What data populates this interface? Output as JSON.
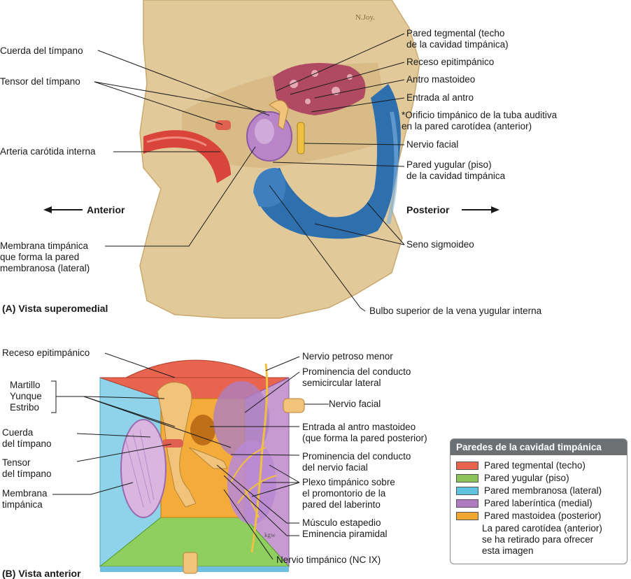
{
  "panel_a": {
    "signature": "N.Joy.",
    "caption": "(A) Vista superomedial",
    "direction_anterior": "Anterior",
    "direction_posterior": "Posterior",
    "labels": {
      "cuerda": "Cuerda del tímpano",
      "tensor": "Tensor del tímpano",
      "arteria": "Arteria carótida interna",
      "membrana": "Membrana timpánica\nque forma la pared\nmembranosa (lateral)",
      "pared_tegmental": "Pared tegmental (techo\nde la cavidad timpánica)",
      "receso": "Receso epitimpánico",
      "antro": "Antro mastoideo",
      "entrada": "Entrada al antro",
      "orificio": "*Orificio timpánico de la tuba auditiva\nen la pared carotídea (anterior)",
      "nervio_facial": "Nervio facial",
      "pared_yugular": "Pared yugular (piso)\nde la cavidad timpánica",
      "seno": "Seno sigmoideo",
      "bulbo": "Bulbo superior de la vena yugular interna"
    }
  },
  "panel_b": {
    "caption": "(B) Vista anterior",
    "labels": {
      "receso": "Receso epitimpánico",
      "ossicles": "Martillo\nYunque\nEstribo",
      "cuerda": "Cuerda\ndel tímpano",
      "tensor": "Tensor\ndel tímpano",
      "membrana": "Membrana\ntimpánica",
      "petroso": "Nervio petroso menor",
      "prominencia_lateral": "Prominencia del conducto\nsemicircular lateral",
      "facial": "Nervio facial",
      "entrada": "Entrada al antro mastoideo\n(que forma la pared posterior)",
      "prominencia_facial": "Prominencia del conducto\ndel nervio facial",
      "plexo": "Plexo timpánico sobre\nel promontorio de la\npared del laberinto",
      "musculo": "Músculo estapedio\nEminencia piramidal",
      "nervio_timpanico": "Nervio timpánico (NC IX)"
    }
  },
  "legend": {
    "title": "Paredes de la cavidad timpánica",
    "items": [
      {
        "label": "Pared tegmental (techo)",
        "color": "#e8644e"
      },
      {
        "label": "Pared yugular (piso)",
        "color": "#8cc45a"
      },
      {
        "label": "Pared membranosa (lateral)",
        "color": "#5fc3e0"
      },
      {
        "label": "Pared laberíntica (medial)",
        "color": "#b27ac0"
      },
      {
        "label": "Pared mastoidea (posterior)",
        "color": "#f0a830"
      }
    ],
    "note": "La pared carotídea (anterior)\nse ha retirado para ofrecer\nesta imagen"
  }
}
